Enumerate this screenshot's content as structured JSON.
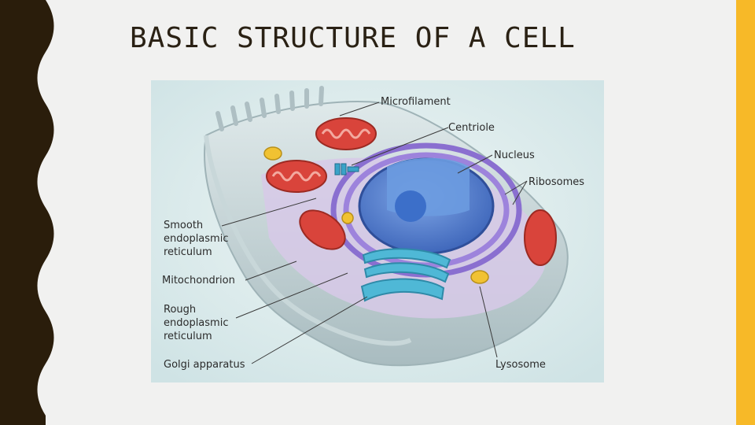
{
  "slide": {
    "title": "BASIC STRUCTURE OF A CELL"
  },
  "diagram": {
    "labels": {
      "microfilament": "Microfilament",
      "centriole": "Centriole",
      "nucleus": "Nucleus",
      "ribosomes": "Ribosomes",
      "smooth_er_1": "Smooth",
      "smooth_er_2": "endoplasmic",
      "smooth_er_3": "reticulum",
      "mitochondrion": "Mitochondrion",
      "rough_er_1": "Rough",
      "rough_er_2": "endoplasmic",
      "rough_er_3": "reticulum",
      "golgi": "Golgi apparatus",
      "lysosome": "Lysosome"
    }
  },
  "colors": {
    "left_band": "#2a1d0b",
    "accent_bar": "#f7b928",
    "nucleus": "#4f7fd0",
    "mitochondria": "#d9443b",
    "golgi": "#4fb8d6",
    "lysosome": "#f1c232",
    "membrane": "#b9cfd2"
  }
}
